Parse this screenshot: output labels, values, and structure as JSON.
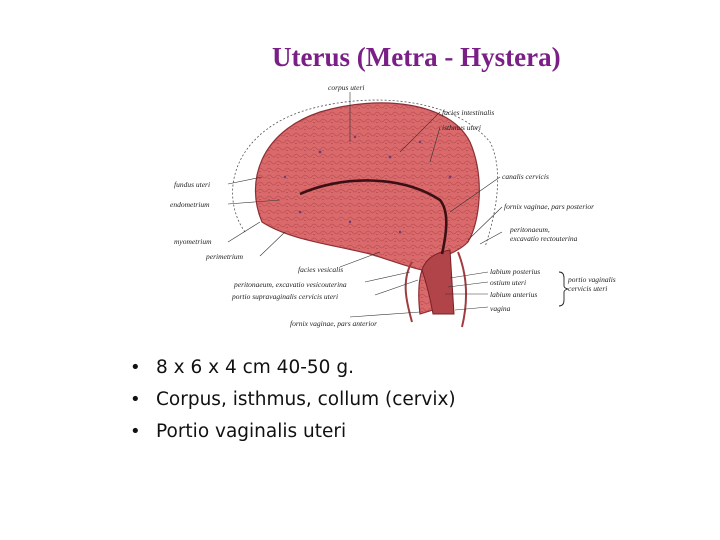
{
  "title": "Uterus (Metra - Hystera)",
  "figure": {
    "labels": {
      "corpus_uteri": "corpus uteri",
      "facies_intestinalis": "facies intestinalis",
      "isthmus_uteri": "isthmus uteri",
      "canalis_cervicis": "canalis cervicis",
      "fornix_posterior": "fornix vaginae, pars posterior",
      "peritoneum_rect_1": "peritonaeum,",
      "peritoneum_rect_2": "excavatio rectouterina",
      "labium_posterius": "labium posterius",
      "ostium_uteri": "ostium uteri",
      "labium_anterius": "labium anterius",
      "portio_vaginalis_1": "portio vaginalis",
      "portio_vaginalis_2": "cervicis uteri",
      "vagina": "vagina",
      "fornix_anterior": "fornix vaginae, pars anterior",
      "fundus_uteri": "fundus uteri",
      "endometrium": "endometrium",
      "myometrium": "myometrium",
      "perimetrium": "perimetrium",
      "facies_vesicalis": "facies vesicalis",
      "peritoneum_vesico": "peritonaeum, excavatio vesicouterina",
      "portio_supravaginalis": "portio supravaginalis cervicis uteri"
    }
  },
  "bullets": [
    "8 x 6 x 4 cm 40-50 g.",
    "Corpus, isthmus, collum (cervix)",
    "Portio vaginalis uteri"
  ]
}
